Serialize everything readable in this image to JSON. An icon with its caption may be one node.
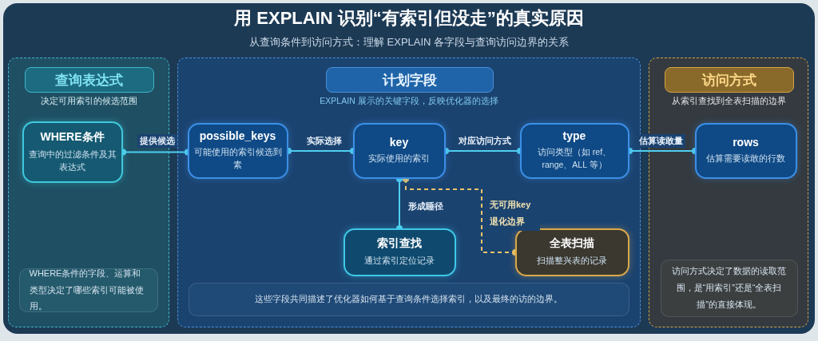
{
  "diagram": {
    "title": "用 EXPLAIN 识别“有索引但没走”的真实原因",
    "nodes": [
      {
        "text": [
          "查询表达式",
          "决定可用索引的候选范围"
        ]
      },
      {
        "text": [
          "WHERE条件",
          "查询中的过滤条件及其表达式"
        ],
        "in": 0
      },
      {
        "text": [
          "WHERE条件的字段、运算和类型决定了哪些索引可能被使用。"
        ],
        "in": 0
      },
      {
        "text": [
          "计划字段",
          "EXPLAIN 展示的关键字段，反映优化器的选择"
        ]
      },
      {
        "text": [
          "possible_keys",
          "可能使用的索引候选到素"
        ],
        "in": 3
      },
      {
        "text": [
          "key",
          "实际使用的索引"
        ],
        "in": 3
      },
      {
        "text": [
          "type",
          "访问类型（如 ref、range、ALL 等）"
        ],
        "in": 3
      },
      {
        "text": [
          "索引查找",
          "通过索引定位记录"
        ],
        "in": 3
      },
      {
        "text": [
          "全表扫描",
          "扫描整兴表的记录"
        ],
        "in": 3
      },
      {
        "text": [
          "这些字段共同描述了优化器如何基于查询条件选择索引，以及最终的访的边界。"
        ],
        "in": 3
      },
      {
        "text": [
          "访问方式",
          "从索引查找到全表扫描的边界"
        ]
      },
      {
        "text": [
          "rows",
          "估算需要读敢的行数"
        ],
        "in": 10
      },
      {
        "text": [
          "访问方式决定了数据的读取范围，是“用索引”还是“全表扫描”的直接体现。"
        ],
        "in": 10
      }
    ],
    "edges": [
      {
        "from": 1,
        "to": 4,
        "arrow": "other",
        "label": "提供候选"
      },
      {
        "from": 4,
        "to": 5,
        "arrow": "other",
        "label": "实际选择"
      },
      {
        "from": 5,
        "to": 6,
        "arrow": "other",
        "label": "对应访问方式"
      },
      {
        "from": 6,
        "to": 11,
        "arrow": "other",
        "label": "估算读敢量"
      },
      {
        "from": 5,
        "to": 7,
        "arrow": "other",
        "label": "形成睡径"
      },
      {
        "from": 5,
        "to": 8,
        "arrow": "other",
        "label": "无可用key退化边界",
        "style": "dashed",
        "color": "#e8c46a"
      }
    ],
    "labels": [
      "从查询条件到访问方式：理解 EXPLAIN 各字段与查询访问边界的关系"
    ]
  }
}
